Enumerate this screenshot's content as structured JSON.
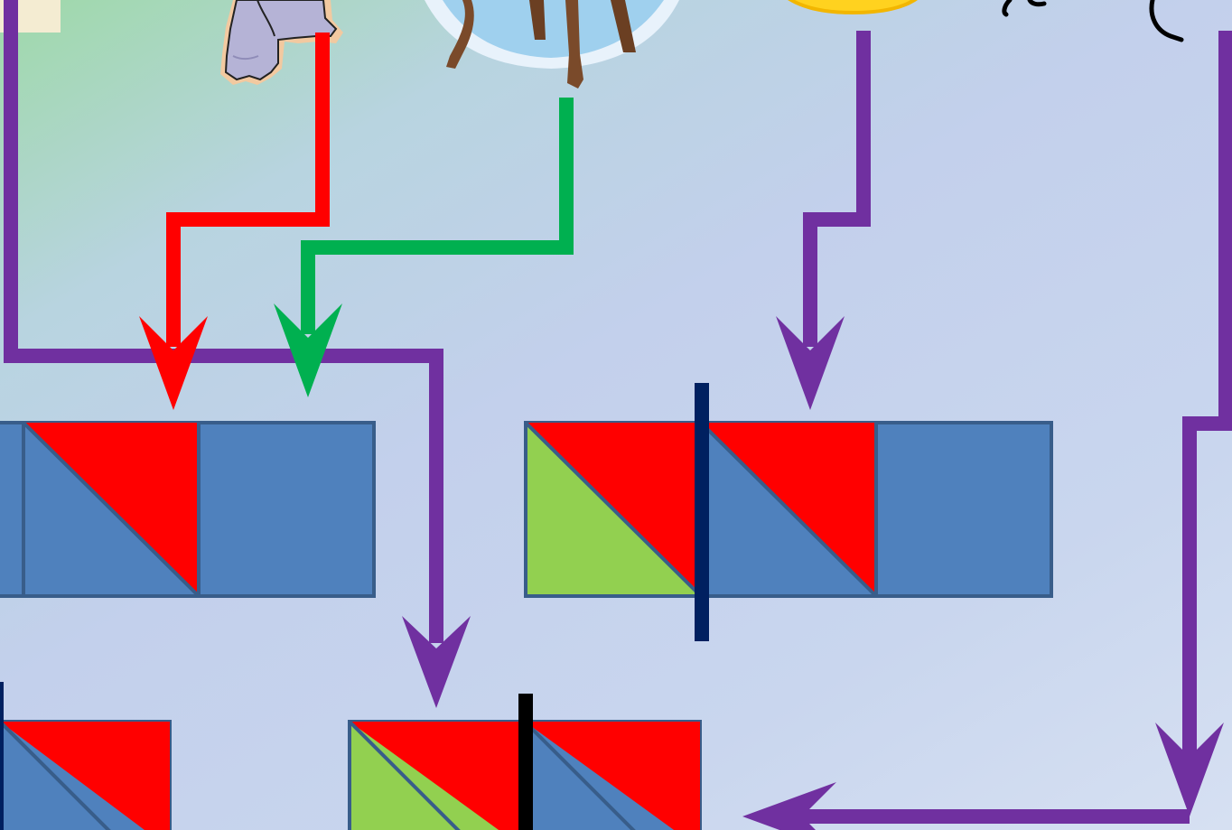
{
  "colors": {
    "background_top_left": "#9ed9a8",
    "background_main": "#c6d2ee",
    "flow_purple": "#7030a0",
    "flow_red": "#ff0000",
    "flow_green": "#00b050",
    "cell_blue": "#4f81bd",
    "cell_border": "#385d8a",
    "cell_red": "#ff0000",
    "cell_green": "#92d050",
    "divider_navy": "#002060",
    "divider_black": "#000000",
    "corner_tab": "#f4ecd2"
  },
  "images": [
    {
      "name": "cartoon-character-image",
      "description_icon": "animal-feet-icon"
    },
    {
      "name": "globe-figure-image",
      "description_icon": "legs-on-globe-icon"
    },
    {
      "name": "yellow-disc-image",
      "description_icon": "coin-icon"
    },
    {
      "name": "black-line-art-image",
      "description_icon": "sketch-icon"
    }
  ],
  "cell_rows": [
    {
      "name": "cell-row-top-left",
      "cells": [
        "blue",
        "red-over-blue",
        "blue"
      ]
    },
    {
      "name": "cell-row-top-right",
      "cells": [
        "red-over-green",
        "red-over-blue",
        "blue"
      ],
      "divider": "navy"
    },
    {
      "name": "cell-row-bottom-left",
      "cells": [
        "red-over-blue"
      ],
      "divider": "navy"
    },
    {
      "name": "cell-row-bottom-middle",
      "cells": [
        "red-over-green",
        "red-over-blue"
      ],
      "divider": "black"
    }
  ],
  "arrows": [
    {
      "name": "red-arrow",
      "color": "flow_red"
    },
    {
      "name": "green-arrow",
      "color": "flow_green"
    },
    {
      "name": "purple-arrow-left-loop",
      "color": "flow_purple"
    },
    {
      "name": "purple-arrow-center",
      "color": "flow_purple"
    },
    {
      "name": "purple-arrow-right-down",
      "color": "flow_purple"
    },
    {
      "name": "purple-arrow-bottom-left",
      "color": "flow_purple"
    }
  ]
}
